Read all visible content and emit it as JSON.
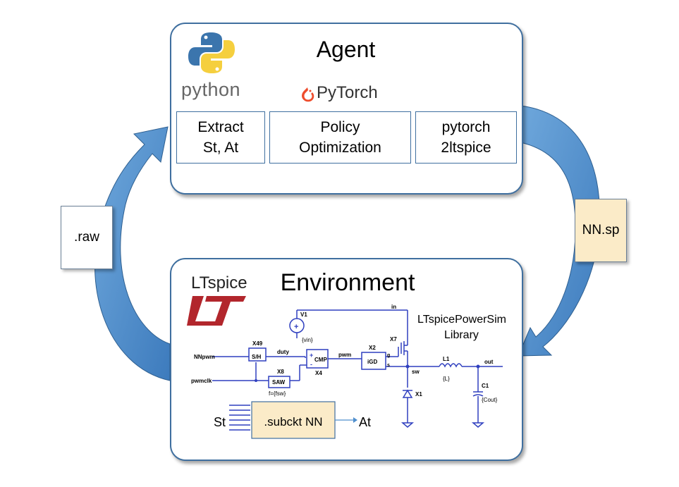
{
  "agent": {
    "title": "Agent",
    "python_logo_text": "python",
    "pytorch_logo_text": "PyTorch",
    "boxes": [
      {
        "line1": "Extract",
        "line2": "St, At"
      },
      {
        "line1": "Policy",
        "line2": "Optimization"
      },
      {
        "line1": "pytorch",
        "line2": "2ltspice"
      }
    ]
  },
  "documents": {
    "left": ".raw",
    "right": "NN.sp"
  },
  "environment": {
    "title": "Environment",
    "ltspice_logo_text": "LTspice",
    "library_line1": "LTspicePowerSim",
    "library_line2": "Library"
  },
  "schematic": {
    "V1": "V1",
    "vin": "{vin}",
    "in": "in",
    "X49": "X49",
    "SH": "S/H",
    "duty": "duty",
    "CMP": "CMP",
    "X4": "X4",
    "pwm": "pwm",
    "X2": "X2",
    "IGD": "iGD",
    "g": "g",
    "s": "s",
    "X7": "X7",
    "sw": "sw",
    "L1": "L1",
    "L": "{L}",
    "out": "out",
    "C1": "C1",
    "Cout": "{Cout}",
    "X1": "X1",
    "X8": "X8",
    "SAW": "SAW",
    "fsw": "f={fsw}",
    "NNpwm": "NNpwm",
    "pwmclk": "pwmclk",
    "plus": "+",
    "minus": "-"
  },
  "nn_block": {
    "label": ".subckt NN",
    "input": "St",
    "output": "At"
  },
  "colors": {
    "arrow_blue": "#4f8fce",
    "border_blue": "#3f6f9f",
    "schematic_blue": "#2f3fbf",
    "nn_fill": "#fbebc8",
    "doc_fill": "#fbebc8",
    "lt_red": "#b2262c",
    "python_blue": "#3b75ad",
    "python_yellow": "#f5cf3e",
    "pytorch_orange": "#ee4c2c"
  },
  "icons": [
    "python-logo-icon",
    "pytorch-flame-icon",
    "ltspice-logo-icon",
    "document-icon"
  ]
}
